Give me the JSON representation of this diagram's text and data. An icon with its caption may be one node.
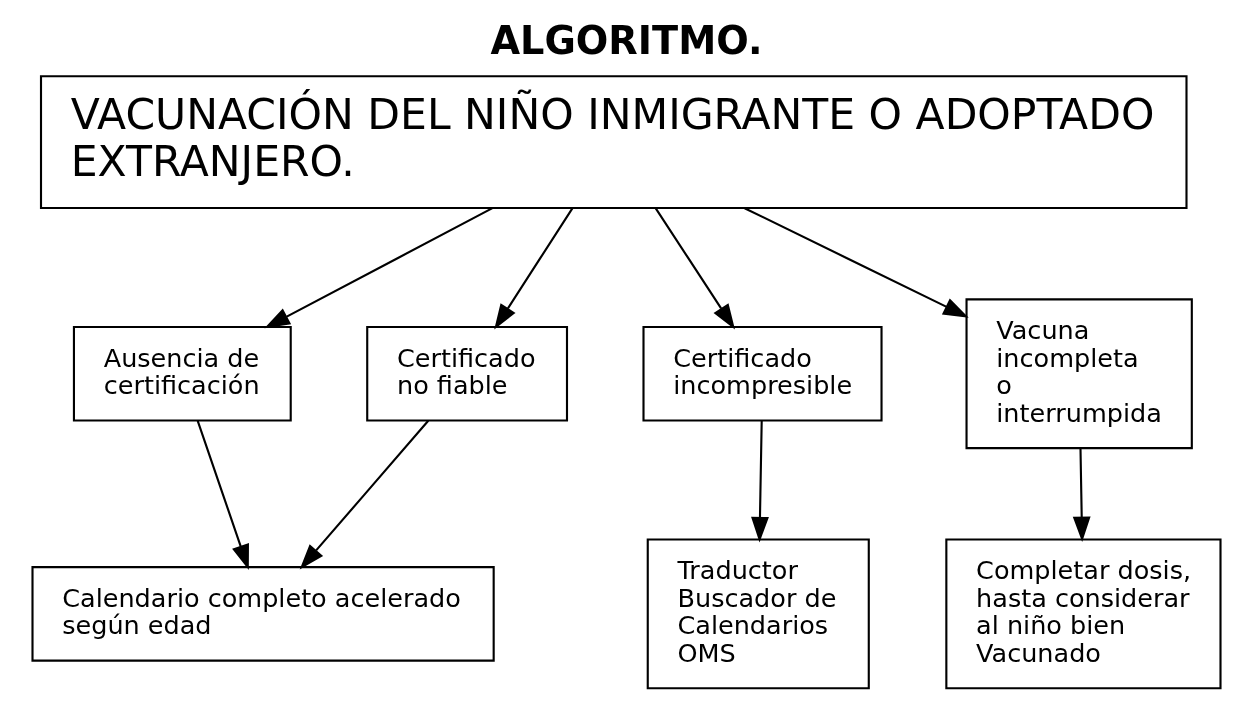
{
  "diagram": {
    "title": "ALGORITMO.",
    "nodes": [
      {
        "text": [
          "VACUNACIÓN DEL NIÑO INMIGRANTE O ADOPTADO EXTRANJERO."
        ]
      },
      {
        "text": [
          "Ausencia de certificación"
        ]
      },
      {
        "text": [
          "Certificado no fiable"
        ]
      },
      {
        "text": [
          "Certificado incompresible"
        ]
      },
      {
        "text": [
          "Vacuna incompleta o interrumpida"
        ]
      },
      {
        "text": [
          "Calendario completo acelerado según edad"
        ]
      },
      {
        "text": [
          "Traductor Buscador de Calendarios OMS"
        ]
      },
      {
        "text": [
          "Completar dosis, hasta considerar al niño bien Vacunado"
        ]
      }
    ],
    "edges": [
      {
        "from": 0,
        "to": 1,
        "arrow": "to"
      },
      {
        "from": 0,
        "to": 2,
        "arrow": "to"
      },
      {
        "from": 0,
        "to": 3,
        "arrow": "to"
      },
      {
        "from": 0,
        "to": 4,
        "arrow": "to"
      },
      {
        "from": 1,
        "to": 5,
        "arrow": "to"
      },
      {
        "from": 2,
        "to": 5,
        "arrow": "to"
      },
      {
        "from": 3,
        "to": 6,
        "arrow": "to"
      },
      {
        "from": 4,
        "to": 7,
        "arrow": "to"
      }
    ]
  }
}
